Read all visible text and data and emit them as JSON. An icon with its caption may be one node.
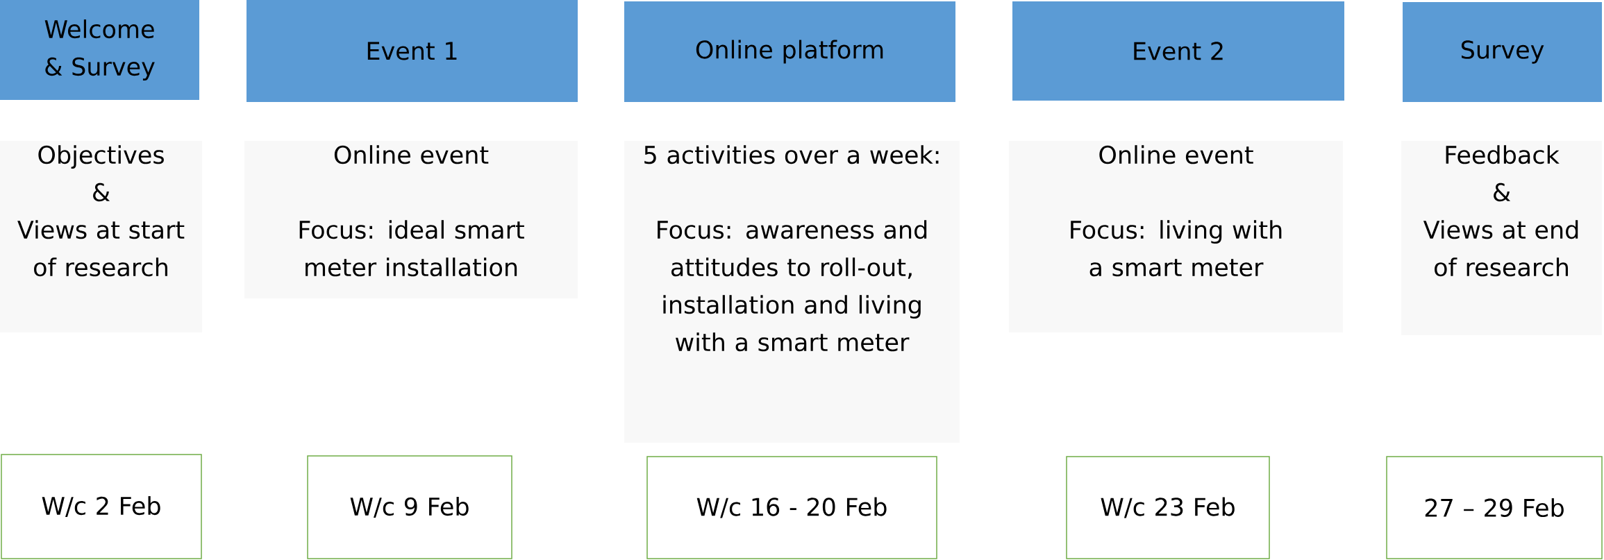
{
  "diagram": {
    "nodes": [
      {
        "text": [
          "Welcome & Survey"
        ]
      },
      {
        "text": [
          "Objectives",
          "&",
          "Views at start of research"
        ]
      },
      {
        "text": [
          "W/c 2 Feb"
        ]
      },
      {
        "text": [
          "Event 1"
        ]
      },
      {
        "text": [
          "Online event",
          "Focus: ideal smart meter installation"
        ]
      },
      {
        "text": [
          "W/c 9 Feb"
        ]
      },
      {
        "text": [
          "Online platform"
        ]
      },
      {
        "text": [
          "5 activities over a week:",
          "Focus: awareness and attitudes to roll-out, installation and living with a smart meter"
        ]
      },
      {
        "text": [
          "W/c 16 - 20 Feb"
        ]
      },
      {
        "text": [
          "Event 2"
        ]
      },
      {
        "text": [
          "Online event",
          "Focus: living with a smart meter"
        ]
      },
      {
        "text": [
          "W/c 23 Feb"
        ]
      },
      {
        "text": [
          "Survey"
        ]
      },
      {
        "text": [
          "Feedback",
          "&",
          "Views at end of research"
        ]
      },
      {
        "text": [
          "27 – 29 Feb"
        ]
      }
    ]
  }
}
